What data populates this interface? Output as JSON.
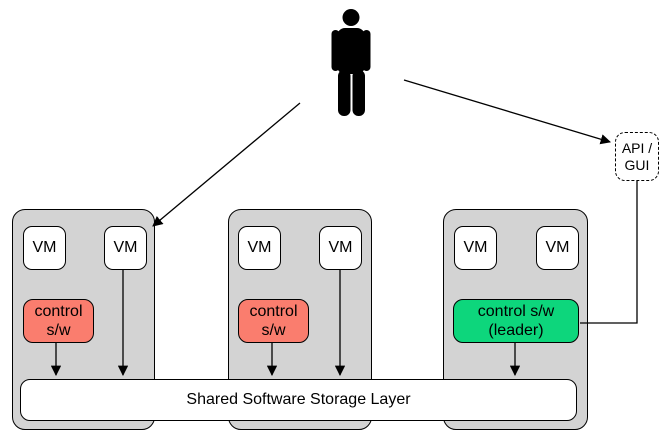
{
  "api_box": {
    "line1": "API /",
    "line2": "GUI"
  },
  "storage_layer": {
    "label": "Shared Software Storage Layer"
  },
  "nodes": [
    {
      "id": "node-1",
      "vms": [
        {
          "label": "VM"
        },
        {
          "label": "VM"
        }
      ],
      "control": {
        "line1": "control",
        "line2": "s/w",
        "role": "follower"
      }
    },
    {
      "id": "node-2",
      "vms": [
        {
          "label": "VM"
        },
        {
          "label": "VM"
        }
      ],
      "control": {
        "line1": "control",
        "line2": "s/w",
        "role": "follower"
      }
    },
    {
      "id": "node-3",
      "vms": [
        {
          "label": "VM"
        },
        {
          "label": "VM"
        }
      ],
      "control": {
        "line1": "control s/w",
        "line2": "(leader)",
        "role": "leader"
      }
    }
  ],
  "icons": {
    "person": "standing-person-pictogram"
  },
  "colors": {
    "node_fill": "#d3d3d3",
    "vm_fill": "#ffffff",
    "control_follower_fill": "#fa7d6e",
    "control_leader_fill": "#0dd67c",
    "line": "#000000"
  },
  "connections": [
    {
      "from": "person",
      "to": "node-1",
      "arrow": true
    },
    {
      "from": "person",
      "to": "api-gui-box",
      "arrow": true
    },
    {
      "from": "api-gui-box",
      "to": "node-3-control-leader",
      "arrow": false
    },
    {
      "from": "node-1-control",
      "to": "storage-layer",
      "arrow": true
    },
    {
      "from": "node-1-vm-2",
      "to": "storage-layer",
      "arrow": true
    },
    {
      "from": "node-2-control",
      "to": "storage-layer",
      "arrow": true
    },
    {
      "from": "node-2-vm-2",
      "to": "storage-layer",
      "arrow": true
    },
    {
      "from": "node-3-control-leader",
      "to": "storage-layer",
      "arrow": true
    }
  ]
}
